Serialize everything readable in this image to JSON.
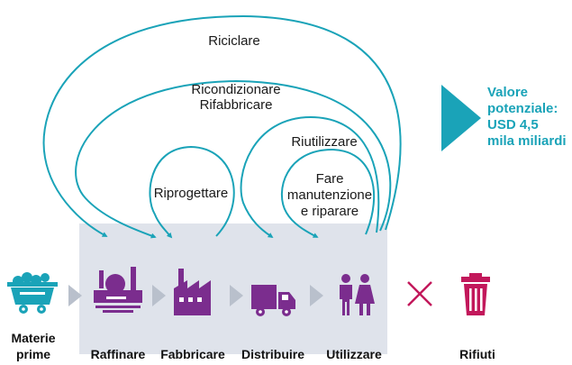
{
  "loops": {
    "riciclare": "Riciclare",
    "ricondizionare": "Ricondizionare",
    "rifabbricare": "Rifabbricare",
    "riprogettare": "Riprogettare",
    "riutilizzare": "Riutilizzare",
    "manutenzione_line1": "Fare",
    "manutenzione_line2": "manutenzione",
    "manutenzione_line3": "e riparare"
  },
  "value": {
    "line1": "Valore",
    "line2": "potenziale:",
    "line3": "USD 4,5",
    "line4": "mila miliardi"
  },
  "stages": {
    "materie_line1": "Materie",
    "materie_line2": "prime",
    "raffinare": "Raffinare",
    "fabbricare": "Fabbricare",
    "distribuire": "Distribuire",
    "utilizzare": "Utilizzare",
    "rifiuti": "Rifiuti"
  },
  "colors": {
    "teal": "#1aa3b8",
    "purple": "#7b2d8e",
    "magenta": "#c2185b",
    "panel": "#dfe3eb",
    "chevron": "#b9c0cc"
  },
  "icons": {
    "materie": "mine-cart-icon",
    "raffinare": "refinery-icon",
    "fabbricare": "factory-icon",
    "distribuire": "truck-icon",
    "utilizzare": "people-icon",
    "cross": "cross-icon",
    "rifiuti": "trash-can-icon"
  }
}
